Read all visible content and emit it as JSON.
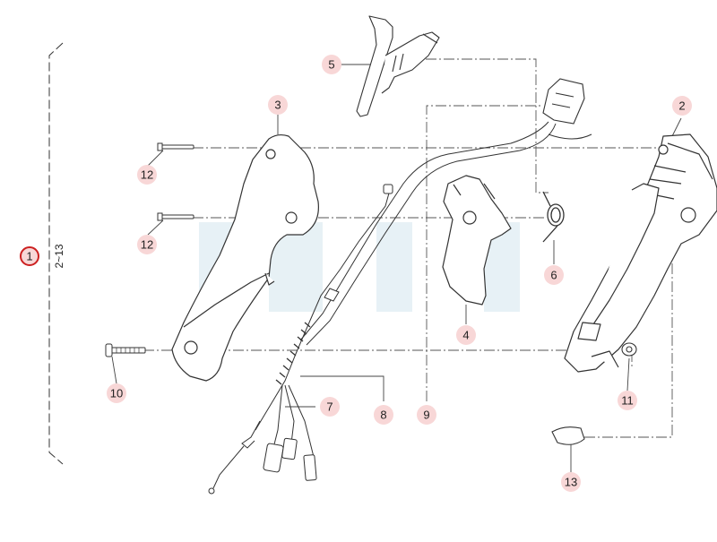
{
  "colors": {
    "callout_fill": "#f8d7d7",
    "highlight_ring": "#cc2020",
    "line": "#333333",
    "leader": "#555555",
    "watermark": "#d4e6ee"
  },
  "assembly": {
    "number": "1",
    "range_label": "2~13"
  },
  "callouts": [
    {
      "id": "5",
      "label": "5"
    },
    {
      "id": "3",
      "label": "3"
    },
    {
      "id": "2",
      "label": "2"
    },
    {
      "id": "12a",
      "label": "12"
    },
    {
      "id": "12b",
      "label": "12"
    },
    {
      "id": "6",
      "label": "6"
    },
    {
      "id": "4",
      "label": "4"
    },
    {
      "id": "10",
      "label": "10"
    },
    {
      "id": "11",
      "label": "11"
    },
    {
      "id": "7",
      "label": "7"
    },
    {
      "id": "8",
      "label": "8"
    },
    {
      "id": "9",
      "label": "9"
    },
    {
      "id": "13",
      "label": "13"
    }
  ]
}
